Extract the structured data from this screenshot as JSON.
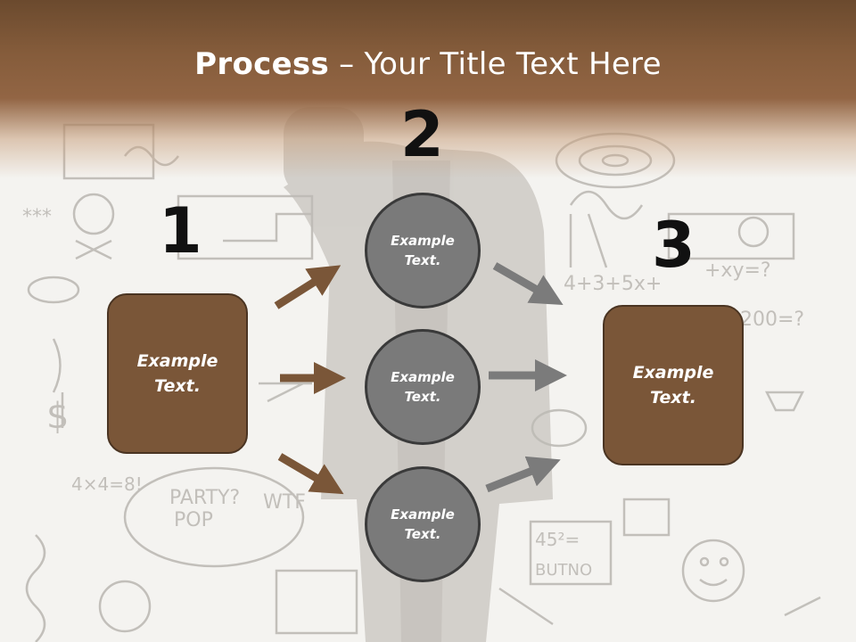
{
  "title": {
    "bold": "Process",
    "rest": " – Your Title Text Here"
  },
  "numbers": {
    "one": "1",
    "two": "2",
    "three": "3"
  },
  "left_box": {
    "line1": "Example",
    "line2": "Text."
  },
  "circles": [
    {
      "line1": "Example",
      "line2": "Text."
    },
    {
      "line1": "Example",
      "line2": "Text."
    },
    {
      "line1": "Example",
      "line2": "Text."
    }
  ],
  "right_box": {
    "line1": "Example",
    "line2": "Text."
  },
  "colors": {
    "brown": "#7a5638",
    "gray": "#7a7a7a",
    "header": "#855c3b",
    "arrow_brown": "#7a5638",
    "arrow_gray": "#7b7b7b"
  }
}
